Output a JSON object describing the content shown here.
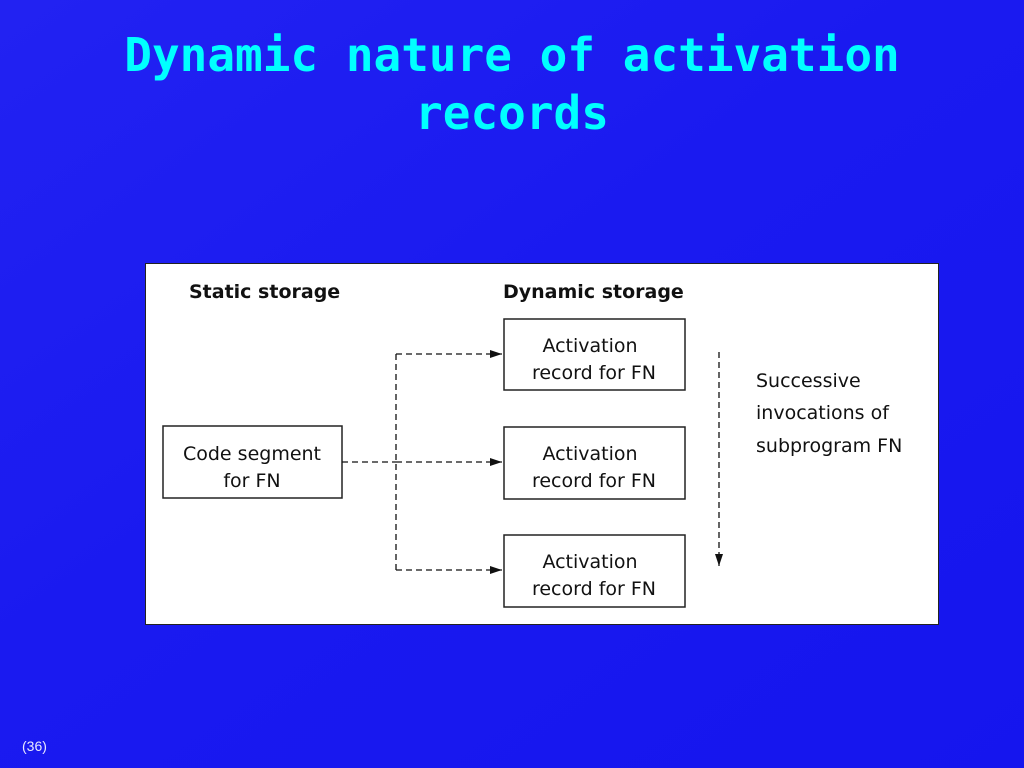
{
  "slide": {
    "title_line1": "Dynamic nature of activation",
    "title_line2": "records",
    "page_number": "(36)"
  },
  "diagram": {
    "static_header": "Static storage",
    "dynamic_header": "Dynamic storage",
    "code_segment": {
      "line1": "Code segment",
      "line2": "for FN"
    },
    "activation_records": [
      {
        "line1": "Activation",
        "line2": "record for FN"
      },
      {
        "line1": "Activation",
        "line2": "record for FN"
      },
      {
        "line1": "Activation",
        "line2": "record for FN"
      }
    ],
    "side_note": {
      "line1": "Successive",
      "line2": "invocations of",
      "line3": "subprogram FN"
    }
  }
}
